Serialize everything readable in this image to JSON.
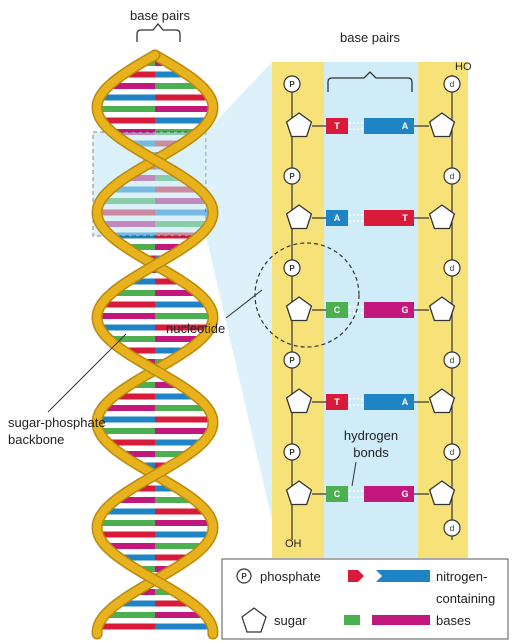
{
  "labels": {
    "top_base_pairs": "base pairs",
    "detail_base_pairs": "base pairs",
    "nucleotide": "nucleotide",
    "backbone_line1": "sugar-phosphate",
    "backbone_line2": "backbone",
    "hydrogen_line1": "hydrogen",
    "hydrogen_line2": "bonds",
    "ho_end": "HO",
    "oh_end": "OH"
  },
  "legend": {
    "phosphate_symbol": "P",
    "phosphate": "phosphate",
    "sugar": "sugar",
    "bases_line1": "nitrogen-",
    "bases_line2": "containing",
    "bases_line3": "bases"
  },
  "strand_symbols": {
    "phosphate": "P",
    "right_sugar": "d"
  },
  "base_pairs": [
    {
      "left": "T",
      "right": "A",
      "left_color": "#d81b3a",
      "right_color": "#1f84c6"
    },
    {
      "left": "A",
      "right": "T",
      "left_color": "#1f84c6",
      "right_color": "#d81b3a"
    },
    {
      "left": "C",
      "right": "G",
      "left_color": "#4caf50",
      "right_color": "#c2187e"
    },
    {
      "left": "T",
      "right": "A",
      "left_color": "#d81b3a",
      "right_color": "#1f84c6"
    },
    {
      "left": "C",
      "right": "G",
      "left_color": "#4caf50",
      "right_color": "#c2187e"
    }
  ],
  "colors": {
    "backbone_ribbon": "#e8b21c",
    "detail_panel": "#f7e27a",
    "highlight_box": "#bfe6f5",
    "thymine": "#d81b3a",
    "adenine": "#1f84c6",
    "cytosine": "#4caf50",
    "guanine": "#c2187e"
  }
}
